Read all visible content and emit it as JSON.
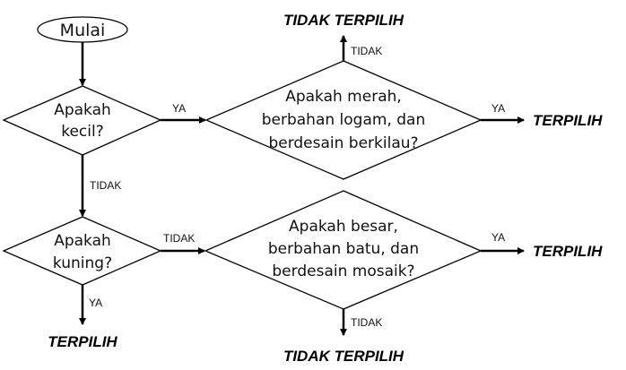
{
  "start": "Mulai",
  "decision1": {
    "lines": [
      "Apakah",
      "kecil?"
    ]
  },
  "decision2": {
    "lines": [
      "Apakah",
      "kuning?"
    ]
  },
  "decision3": {
    "lines": [
      "Apakah merah,",
      "berbahan logam, dan",
      "berdesain berkilau?"
    ]
  },
  "decision4": {
    "lines": [
      "Apakah besar,",
      "berbahan batu, dan",
      "berdesain mosaik?"
    ]
  },
  "labels": {
    "d1_yes": "YA",
    "d1_no": "TIDAK",
    "d2_yes": "YA",
    "d2_no": "TIDAK",
    "d3_yes": "YA",
    "d3_no": "TIDAK",
    "d4_yes": "YA",
    "d4_no": "TIDAK"
  },
  "terminals": {
    "selected": "TERPILIH",
    "not_selected": "TIDAK TERPILIH"
  }
}
